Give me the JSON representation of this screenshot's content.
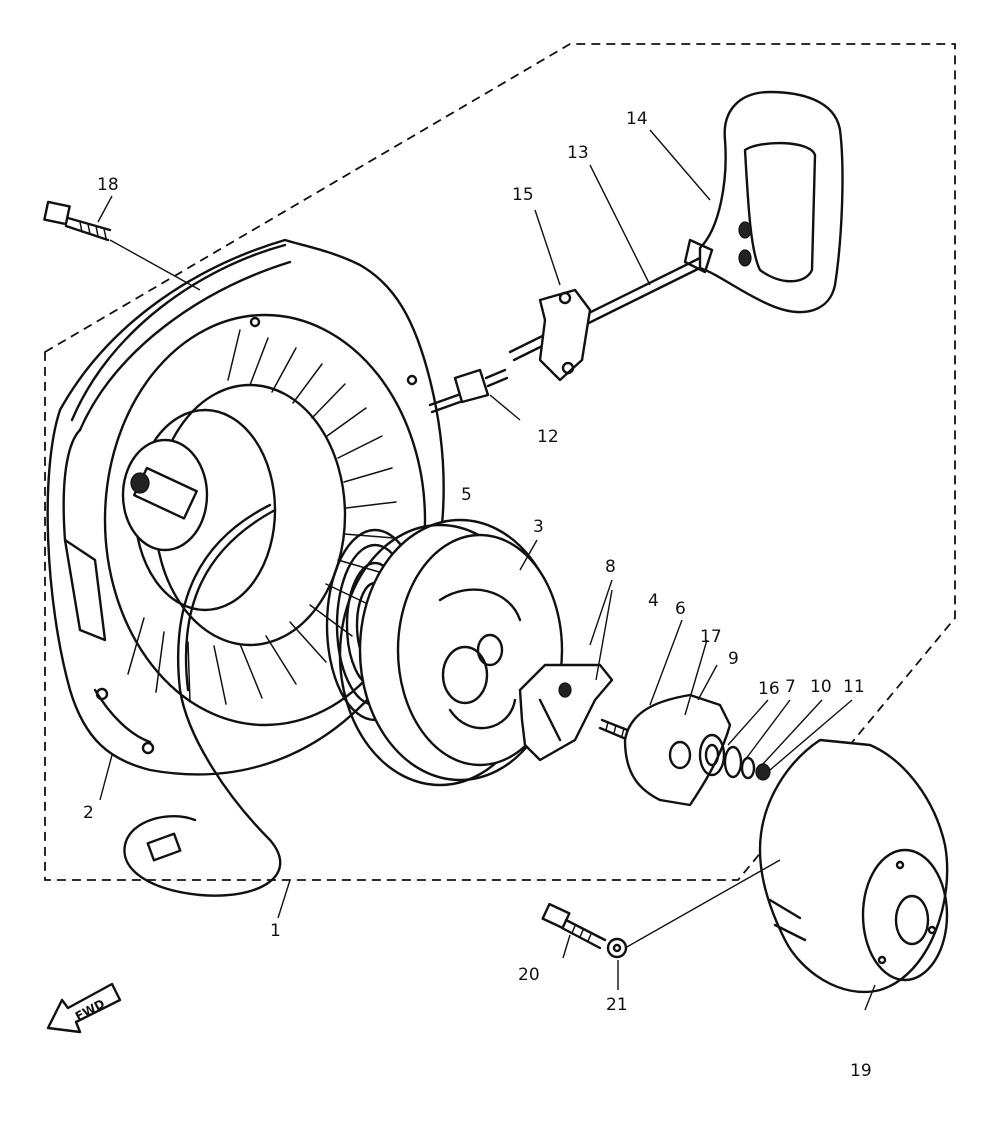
{
  "callouts": [
    "1",
    "2",
    "3",
    "4",
    "5",
    "6",
    "7",
    "8",
    "9",
    "10",
    "11",
    "12",
    "13",
    "14",
    "15",
    "16",
    "17",
    "18",
    "19",
    "20",
    "21"
  ],
  "fwd_label": "FWD"
}
